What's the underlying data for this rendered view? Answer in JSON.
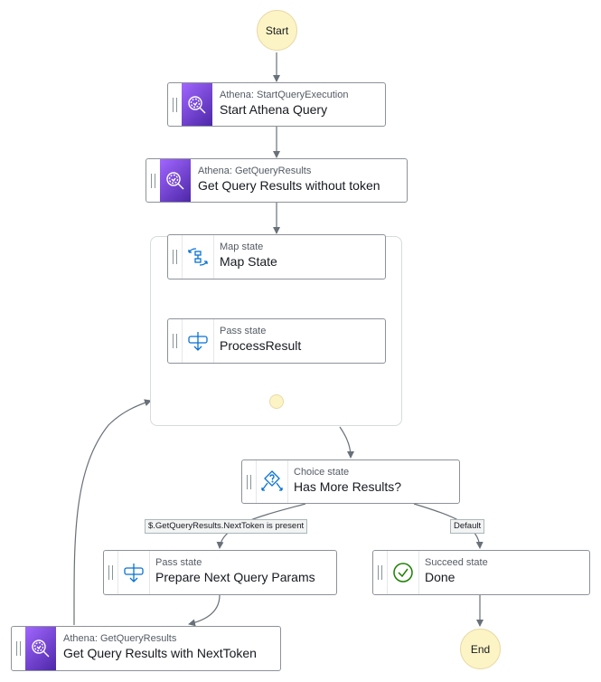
{
  "start": {
    "label": "Start"
  },
  "end": {
    "label": "End"
  },
  "nodes": {
    "start_query": {
      "type": "Athena: StartQueryExecution",
      "title": "Start Athena Query",
      "icon": "athena-icon"
    },
    "get_results": {
      "type": "Athena: GetQueryResults",
      "title": "Get Query Results without token",
      "icon": "athena-icon"
    },
    "map_state": {
      "type": "Map state",
      "title": "Map State",
      "icon": "map-state-icon"
    },
    "process_result": {
      "type": "Pass state",
      "title": "ProcessResult",
      "icon": "pass-state-icon"
    },
    "choice": {
      "type": "Choice state",
      "title": "Has More Results?",
      "icon": "choice-state-icon"
    },
    "prepare_next": {
      "type": "Pass state",
      "title": "Prepare Next Query Params",
      "icon": "pass-state-icon"
    },
    "done": {
      "type": "Succeed state",
      "title": "Done",
      "icon": "succeed-state-icon"
    },
    "get_results_next": {
      "type": "Athena: GetQueryResults",
      "title": "Get Query Results with NextToken",
      "icon": "athena-icon"
    }
  },
  "edge_labels": {
    "next_token": "$.GetQueryResults.NextToken is present",
    "default": "Default"
  },
  "colors": {
    "athena_gradient_start": "#a166ff",
    "athena_gradient_end": "#4d27a8",
    "terminal_fill": "#fdf4c5",
    "state_icon_blue": "#0972d3",
    "succeed_green": "#1d8102",
    "edge": "#687078"
  }
}
